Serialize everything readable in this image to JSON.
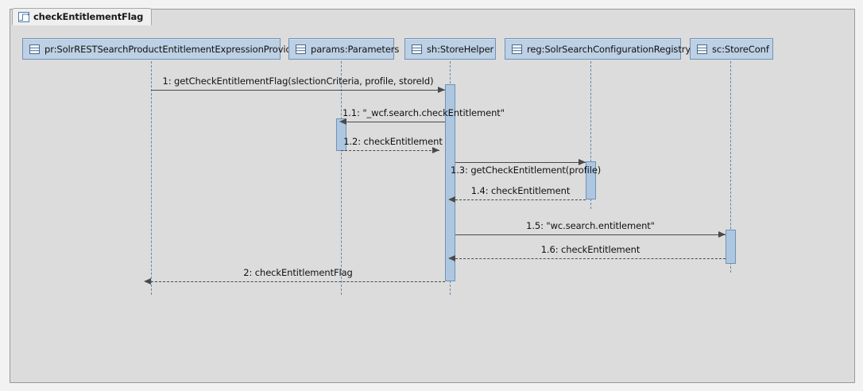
{
  "tab": {
    "label": "checkEntitlementFlag",
    "icon": "uml-sequence-diagram-icon"
  },
  "diagram": {
    "type": "uml-sequence-diagram",
    "lifelines": [
      {
        "id": "pr",
        "label": "pr:SolrRESTSearchProductEntitlementExpressionProvider",
        "icon": "object-instance-icon"
      },
      {
        "id": "params",
        "label": "params:Parameters",
        "icon": "object-instance-icon"
      },
      {
        "id": "sh",
        "label": "sh:StoreHelper",
        "icon": "object-instance-icon"
      },
      {
        "id": "reg",
        "label": "reg:SolrSearchConfigurationRegistry",
        "icon": "object-instance-icon"
      },
      {
        "id": "sc",
        "label": "sc:StoreConf",
        "icon": "object-instance-icon"
      }
    ],
    "messages": [
      {
        "seq": "1",
        "label": "1: getCheckEntitlementFlag(slectionCriteria, profile, storeId)",
        "from": "pr",
        "to": "sh",
        "kind": "call"
      },
      {
        "seq": "1.1",
        "label": "1.1: \"_wcf.search.checkEntitlement\"",
        "from": "sh",
        "to": "params",
        "kind": "call"
      },
      {
        "seq": "1.2",
        "label": "1.2: checkEntitlement",
        "from": "params",
        "to": "sh",
        "kind": "return"
      },
      {
        "seq": "1.3",
        "label": "1.3: getCheckEntitlement(profile)",
        "from": "sh",
        "to": "reg",
        "kind": "call"
      },
      {
        "seq": "1.4",
        "label": "1.4: checkEntitlement",
        "from": "reg",
        "to": "sh",
        "kind": "return"
      },
      {
        "seq": "1.5",
        "label": "1.5: \"wc.search.entitlement\"",
        "from": "sh",
        "to": "sc",
        "kind": "call"
      },
      {
        "seq": "1.6",
        "label": "1.6: checkEntitlement",
        "from": "sc",
        "to": "sh",
        "kind": "return"
      },
      {
        "seq": "2",
        "label": "2: checkEntitlementFlag",
        "from": "sh",
        "to": "pr",
        "kind": "return"
      }
    ],
    "colors": {
      "canvas_background": "#dcdcdc",
      "lifeline_header_fill": "#bdd0e4",
      "lifeline_header_border": "#6f92b8",
      "activation_fill": "#aec7e0",
      "lifeline_stroke": "#5f88ad",
      "message_stroke": "#4a4a4a"
    }
  }
}
